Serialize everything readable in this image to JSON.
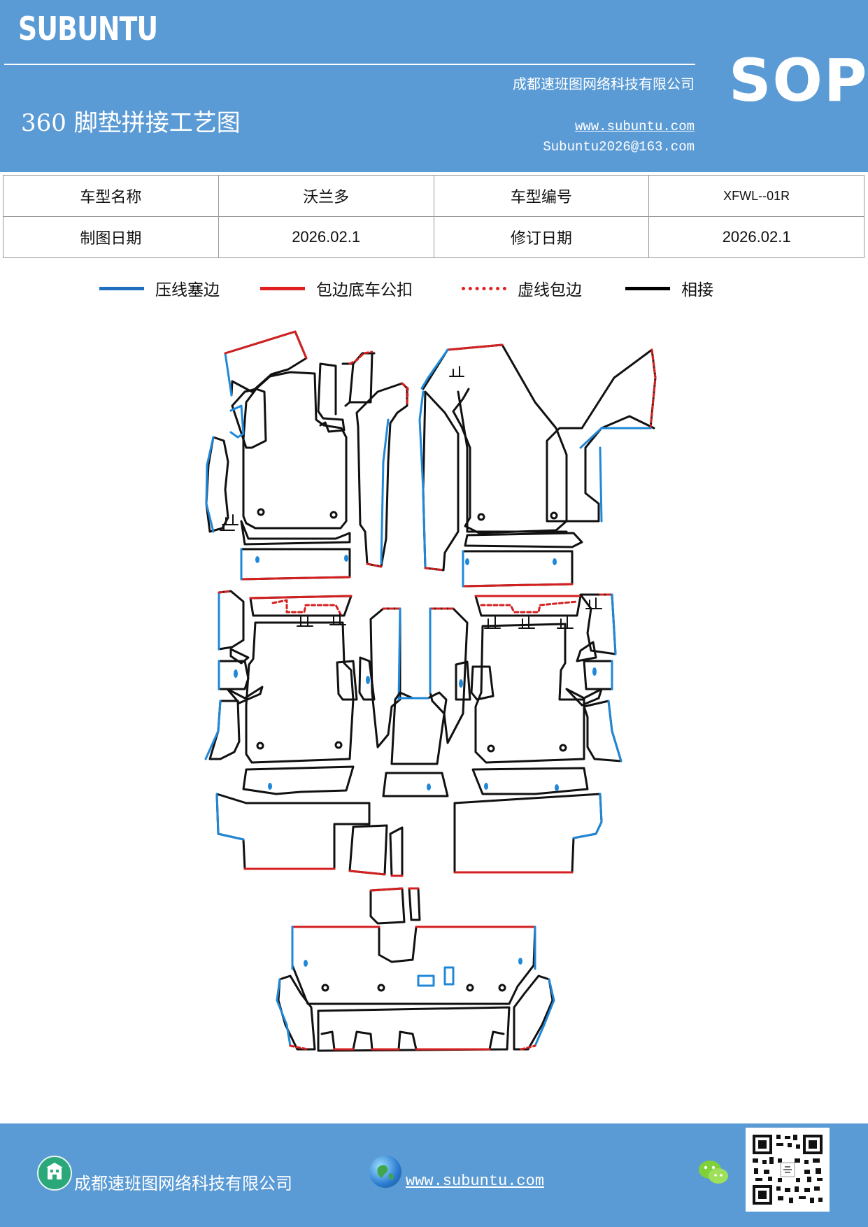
{
  "header": {
    "brand": "SUBUNTU",
    "company": "成都速班图网络科技有限公司",
    "title": "360 脚垫拼接工艺图",
    "website": "www.subuntu.com",
    "email": "Subuntu2026@163.com",
    "badge": "SOP",
    "background_color": "#5b9bd5"
  },
  "info_table": {
    "rows": [
      [
        {
          "text": "车型名称",
          "kind": "label"
        },
        {
          "text": "沃兰多",
          "kind": "value"
        },
        {
          "text": "车型编号",
          "kind": "label"
        },
        {
          "text": "XFWL--01R",
          "kind": "value"
        }
      ],
      [
        {
          "text": "制图日期",
          "kind": "label"
        },
        {
          "text": "2026.02.1",
          "kind": "value"
        },
        {
          "text": "修订日期",
          "kind": "label"
        },
        {
          "text": "2026.02.1",
          "kind": "value"
        }
      ]
    ]
  },
  "legend": [
    {
      "label": "压线塞边",
      "color": "#1f6fbf",
      "style": "solid"
    },
    {
      "label": "包边底车公扣",
      "color": "#e02020",
      "style": "solid"
    },
    {
      "label": "虚线包边",
      "color": "#e02020",
      "style": "dotted"
    },
    {
      "label": "相接",
      "color": "#000000",
      "style": "solid"
    }
  ],
  "diagram": {
    "edge_colors": {
      "press": "#1f88d8",
      "wrap": "#d42020",
      "join": "#111111"
    }
  },
  "footer": {
    "company": "成都速班图网络科技有限公司",
    "website": "www.subuntu.com",
    "icons": [
      "building-icon",
      "globe-icon",
      "wechat-icon",
      "qr-code"
    ]
  }
}
